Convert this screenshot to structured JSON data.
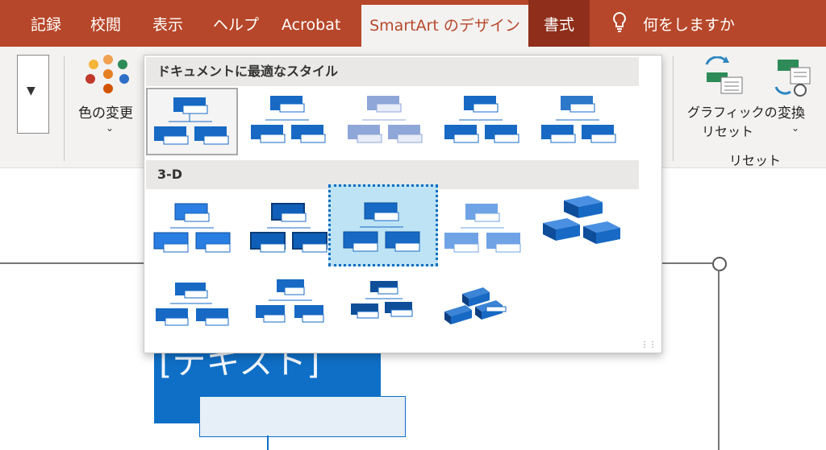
{
  "tabs": [
    {
      "label": "記録"
    },
    {
      "label": "校閲"
    },
    {
      "label": "表示"
    },
    {
      "label": "ヘルプ"
    },
    {
      "label": "Acrobat"
    },
    {
      "label": "SmartArt のデザイン"
    },
    {
      "label": "書式"
    },
    {
      "label": "何をしますか"
    }
  ],
  "ribbon": {
    "color_change_label": "色の変更",
    "reset_graphic_line1": "グラフィックの",
    "reset_graphic_line2": "リセット",
    "convert_label": "変換",
    "reset_group_label": "リセット"
  },
  "gallery": {
    "best_match_header": "ドキュメントに最適なスタイル",
    "threed_header": "3-D"
  },
  "slide": {
    "text_placeholder": "[テキスト]"
  },
  "colors": {
    "tab_bar": "#b7472a",
    "accent_blue": "#0f6fc6"
  }
}
